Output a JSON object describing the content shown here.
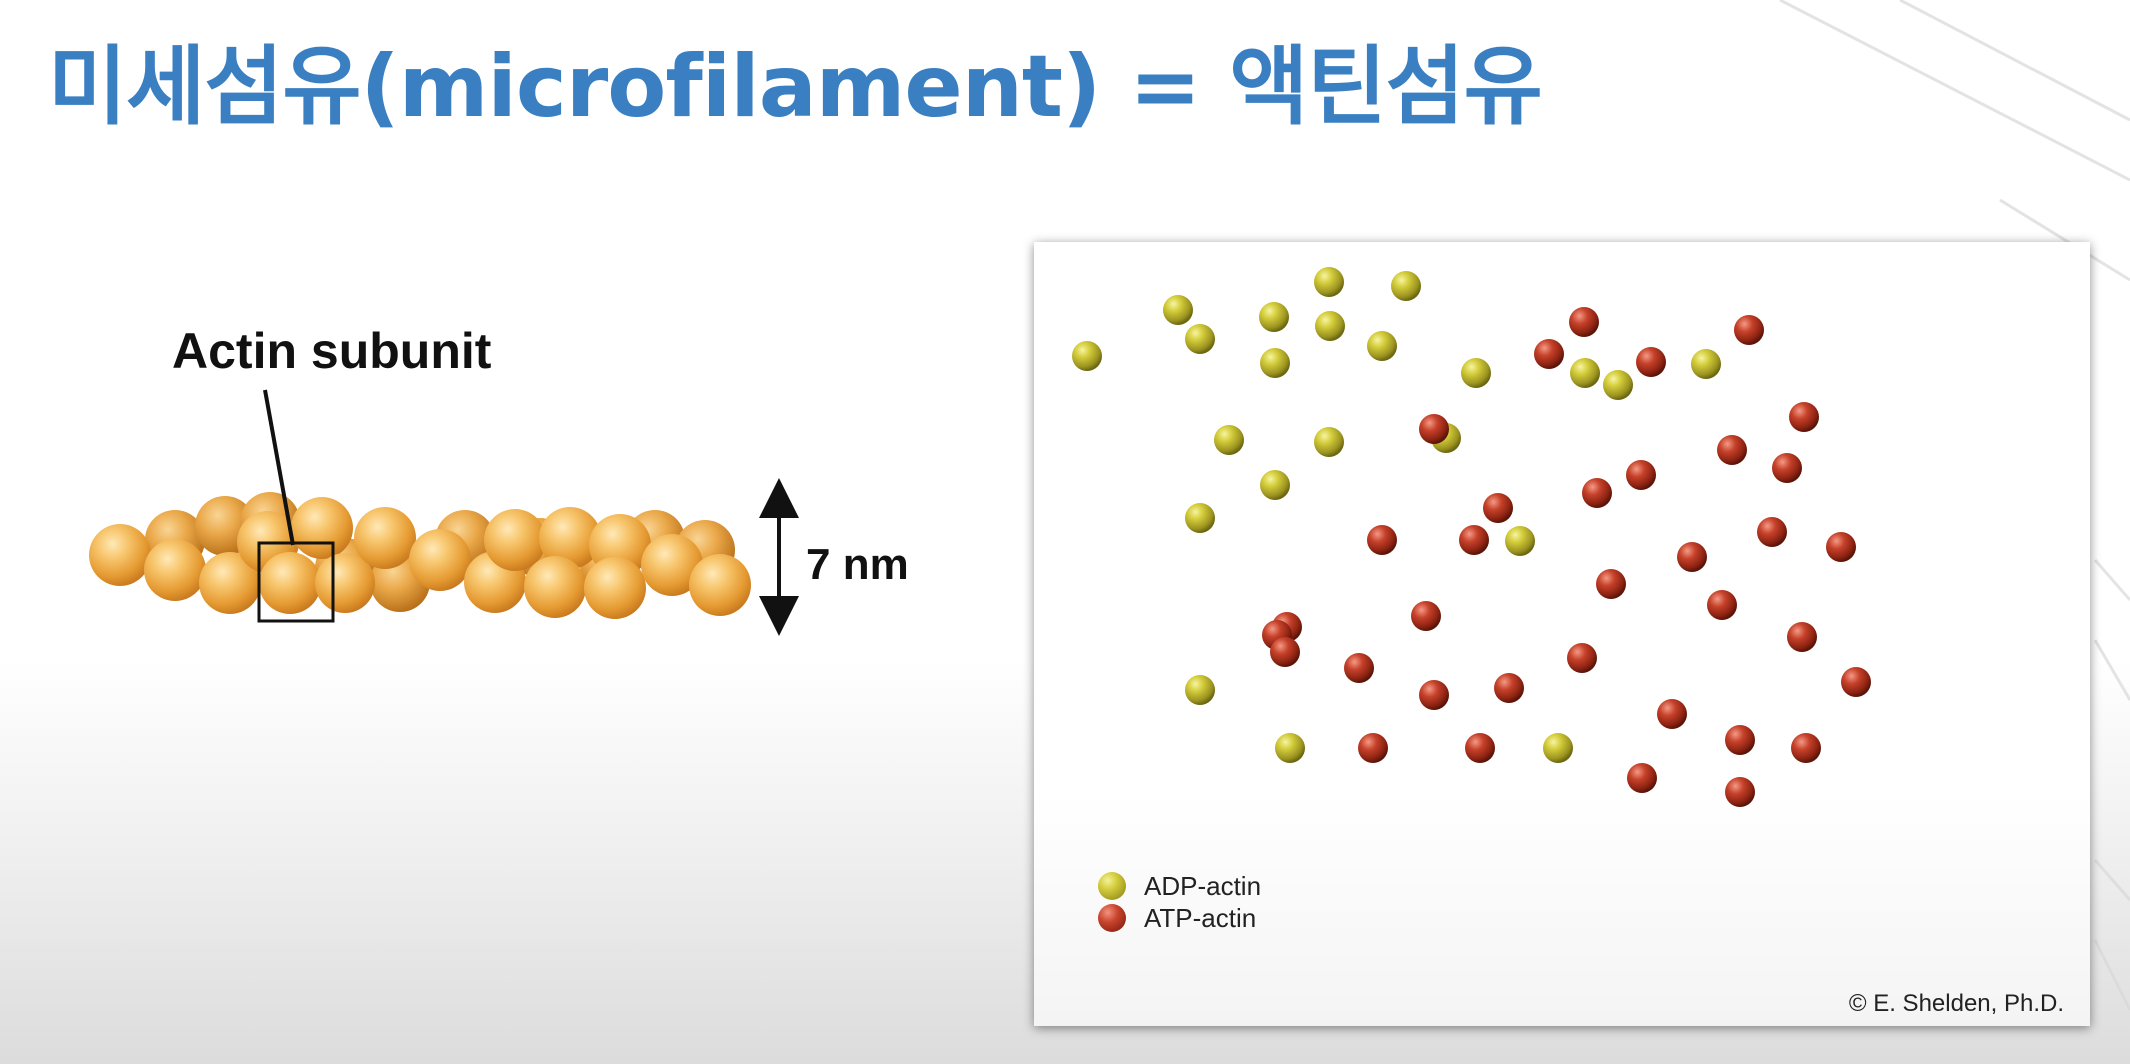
{
  "slide": {
    "title": "미세섬유(microfilament) = 액틴섬유"
  },
  "left_figure": {
    "label": "Actin subunit",
    "size_label": "7 nm"
  },
  "right_panel": {
    "legend": [
      {
        "label": "ADP-actin",
        "color": "#c9c234"
      },
      {
        "label": "ATP-actin",
        "color": "#b5351f"
      }
    ],
    "credit": "© E. Shelden, Ph.D."
  },
  "colors": {
    "title": "#3a7fc1",
    "actin_bead": "#f1b256",
    "adp": "#c9c234",
    "atp": "#b5351f"
  }
}
